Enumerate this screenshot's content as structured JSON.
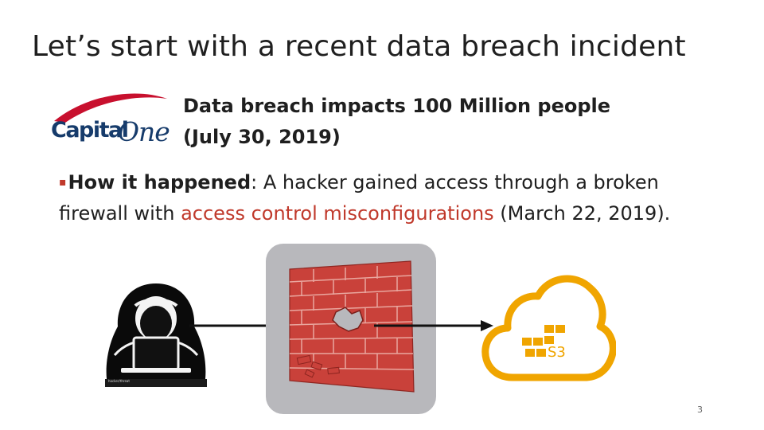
{
  "slide": {
    "title": "Let’s start with a recent data breach incident",
    "logo": {
      "word1": "Capital",
      "word2": "One",
      "colors": {
        "navy": "#163b6b",
        "swoosh": "#c8102e"
      }
    },
    "headline": {
      "line1": "Data breach impacts 100 Million people",
      "line2": "(July 30, 2019)"
    },
    "body": {
      "bullet": "▪",
      "label": "How it happened",
      "colon": ": ",
      "text_a": "A hacker gained access through a broken",
      "text_b": "firewall with ",
      "highlight": "access control misconfigurations",
      "text_c": " (March 22, 2019).",
      "highlight_color": "#c0392b"
    },
    "illustration": {
      "hacker_icon": "hooded-hacker-icon",
      "firewall_icon": "broken-brick-wall-icon",
      "cloud_icon": "aws-s3-cloud-icon",
      "s3_label": "S3",
      "hacker_caption_left": "hacker/threat",
      "hacker_caption_right": "",
      "colors": {
        "brick": "#c9413a",
        "cloud": "#f0a500",
        "wall_bg": "#b8b8bc"
      }
    },
    "page_number": "3"
  }
}
